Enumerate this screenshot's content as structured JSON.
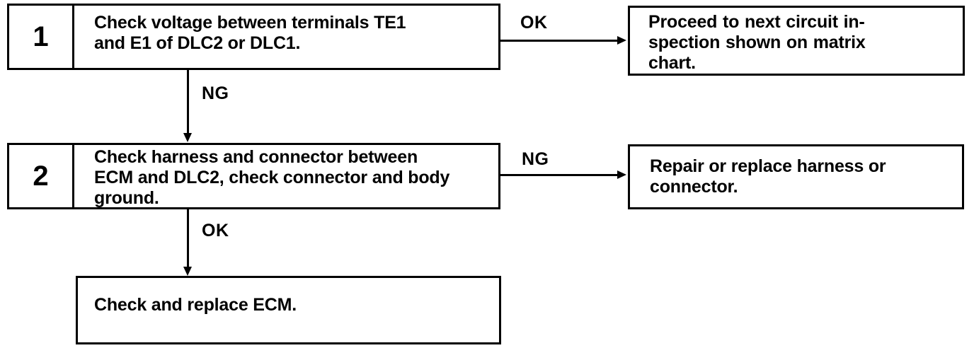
{
  "diagram": {
    "type": "troubleshooting-flowchart",
    "steps": [
      {
        "number": "1",
        "text": "Check voltage between terminals TE1\nand E1 of DLC2 or DLC1.",
        "outcomes": [
          {
            "label": "OK",
            "direction": "right",
            "target": "proceed-next-circuit"
          },
          {
            "label": "NG",
            "direction": "down",
            "target": "step-2"
          }
        ]
      },
      {
        "number": "2",
        "text": "Check harness and connector between\nECM and DLC2, check connector and body\nground.",
        "outcomes": [
          {
            "label": "NG",
            "direction": "right",
            "target": "repair-replace-harness"
          },
          {
            "label": "OK",
            "direction": "down",
            "target": "check-replace-ecm"
          }
        ]
      }
    ],
    "results": {
      "proceed_next_circuit": "Proceed to next circuit in-\nspection shown on matrix\nchart.",
      "repair_replace_harness": "Repair or replace harness or\nconnector.",
      "check_replace_ecm": "Check and replace ECM."
    },
    "edge_labels": {
      "step1_right": "OK",
      "step1_down": "NG",
      "step2_right": "NG",
      "step2_down": "OK"
    },
    "colors": {
      "line": "#000000",
      "background": "#ffffff",
      "text": "#000000"
    }
  }
}
